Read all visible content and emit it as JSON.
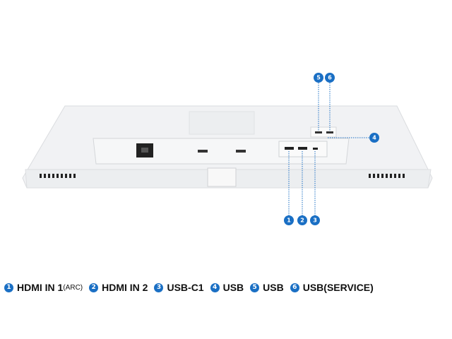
{
  "accent_color": "#1a6fc4",
  "callouts": [
    "1",
    "2",
    "3",
    "4",
    "5",
    "6"
  ],
  "legend": [
    {
      "num": "1",
      "label": "HDMI IN 1",
      "suffix": "(ARC)"
    },
    {
      "num": "2",
      "label": "HDMI IN 2"
    },
    {
      "num": "3",
      "label": "USB-C1"
    },
    {
      "num": "4",
      "label": "USB"
    },
    {
      "num": "5",
      "label": "USB"
    },
    {
      "num": "6",
      "label": "USB(SERVICE)"
    }
  ]
}
